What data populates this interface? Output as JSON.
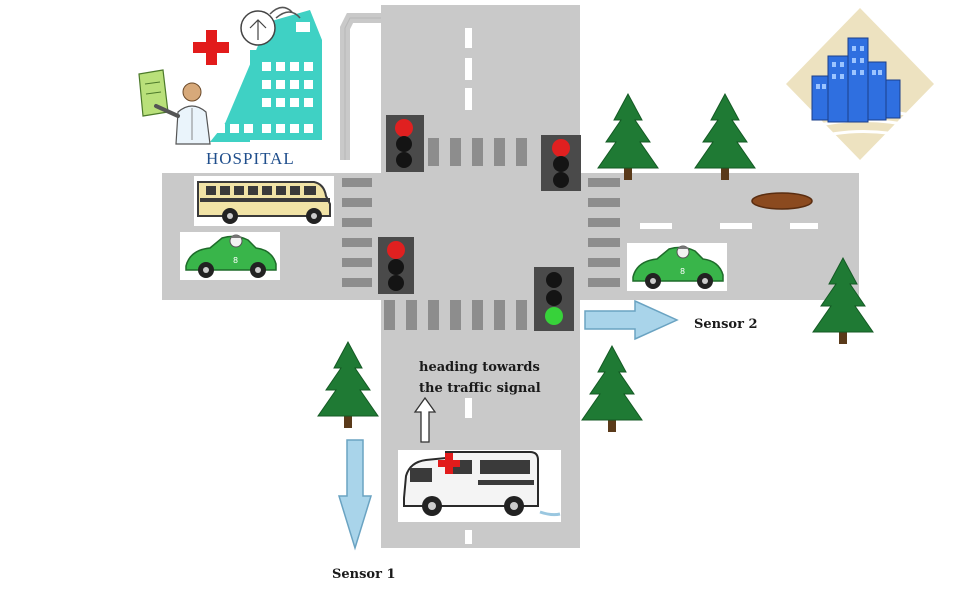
{
  "labels": {
    "hospital": "HOSPITAL",
    "heading_line1": "heading towards",
    "heading_line2": "the traffic signal",
    "sensor1": "Sensor 1",
    "sensor2": "Sensor 2"
  },
  "icons": {
    "hospital": "hospital-building-icon",
    "doctor": "doctor-icon",
    "red_cross": "red-cross-icon",
    "office": "office-building-icon",
    "bus": "school-bus-icon",
    "car": "car-icon",
    "ambulance": "ambulance-icon",
    "tree": "pine-tree-icon",
    "pothole": "pothole-icon"
  },
  "signals": {
    "north_left": "red",
    "north_right": "red",
    "south_left": "red",
    "south_right": "green"
  },
  "colors": {
    "road": "#c9c9c9",
    "road_dark": "#bdbdbd",
    "crosswalk": "#8d8d8d",
    "signal_box": "#4a4a4a",
    "red_light": "#e02020",
    "green_light": "#37d23a",
    "off_light": "#141414",
    "tree": "#1f7a34",
    "arrow": "#a9d4ea",
    "hospital": "#3fd1c4",
    "bus": "#f1e3a6",
    "car": "#39b54a",
    "building": "#2f6fe0"
  }
}
